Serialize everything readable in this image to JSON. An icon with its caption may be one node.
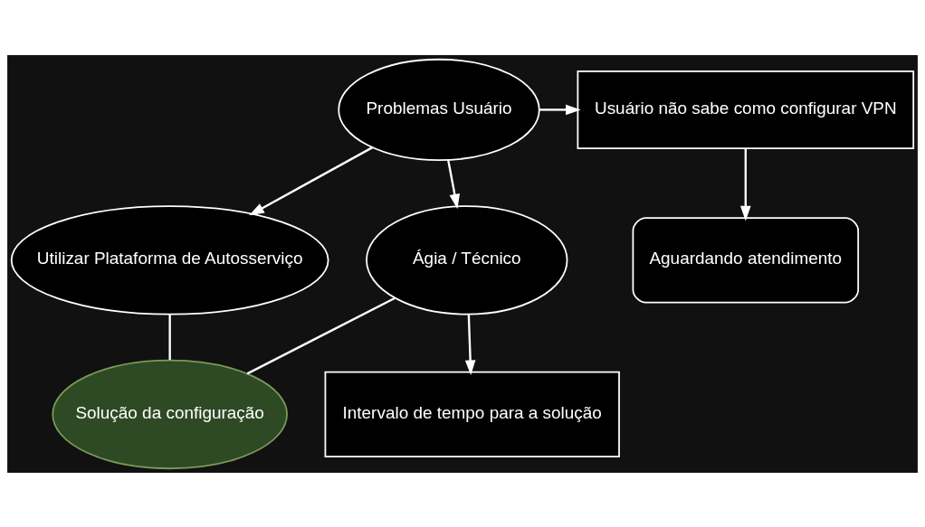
{
  "diagram": {
    "nodes": [
      {
        "text": [
          "Problemas Usuário"
        ]
      },
      {
        "text": [
          "Usuário não sabe como configurar VPN"
        ]
      },
      {
        "text": [
          "Utilizar Plataforma de Autosserviço"
        ]
      },
      {
        "text": [
          "Ágia / Técnico"
        ]
      },
      {
        "text": [
          "Aguardando atendimento"
        ]
      },
      {
        "text": [
          "Solução da configuração"
        ]
      },
      {
        "text": [
          "Intervalo de tempo para a solução"
        ]
      }
    ],
    "edges": [
      {
        "from": 0,
        "to": 1,
        "arrow": "to"
      },
      {
        "from": 0,
        "to": 2,
        "arrow": "to"
      },
      {
        "from": 0,
        "to": 3,
        "arrow": "to"
      },
      {
        "from": 1,
        "to": 4,
        "arrow": "to"
      },
      {
        "from": 2,
        "to": 5,
        "arrow": "none"
      },
      {
        "from": 3,
        "to": 5,
        "arrow": "none"
      },
      {
        "from": 3,
        "to": 6,
        "arrow": "to"
      }
    ]
  }
}
